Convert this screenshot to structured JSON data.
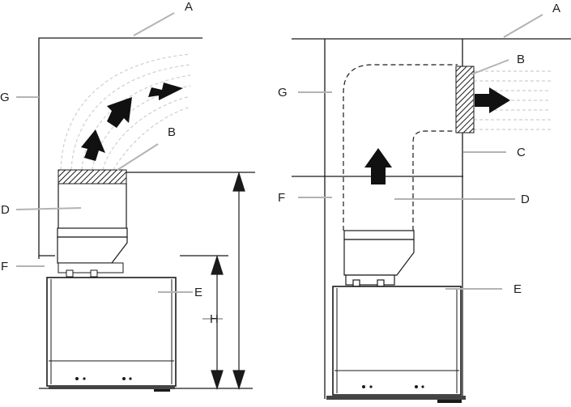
{
  "labels": {
    "a": "A",
    "b": "B",
    "c": "C",
    "d": "D",
    "e": "E",
    "f": "F",
    "g": "G",
    "h": "H"
  },
  "colors": {
    "line": "#1a1a1a",
    "leader": "#b3b3b3",
    "dashed_flow": "#cfcfcf",
    "arrow": "#111111",
    "hatch": "#1a1a1a"
  }
}
